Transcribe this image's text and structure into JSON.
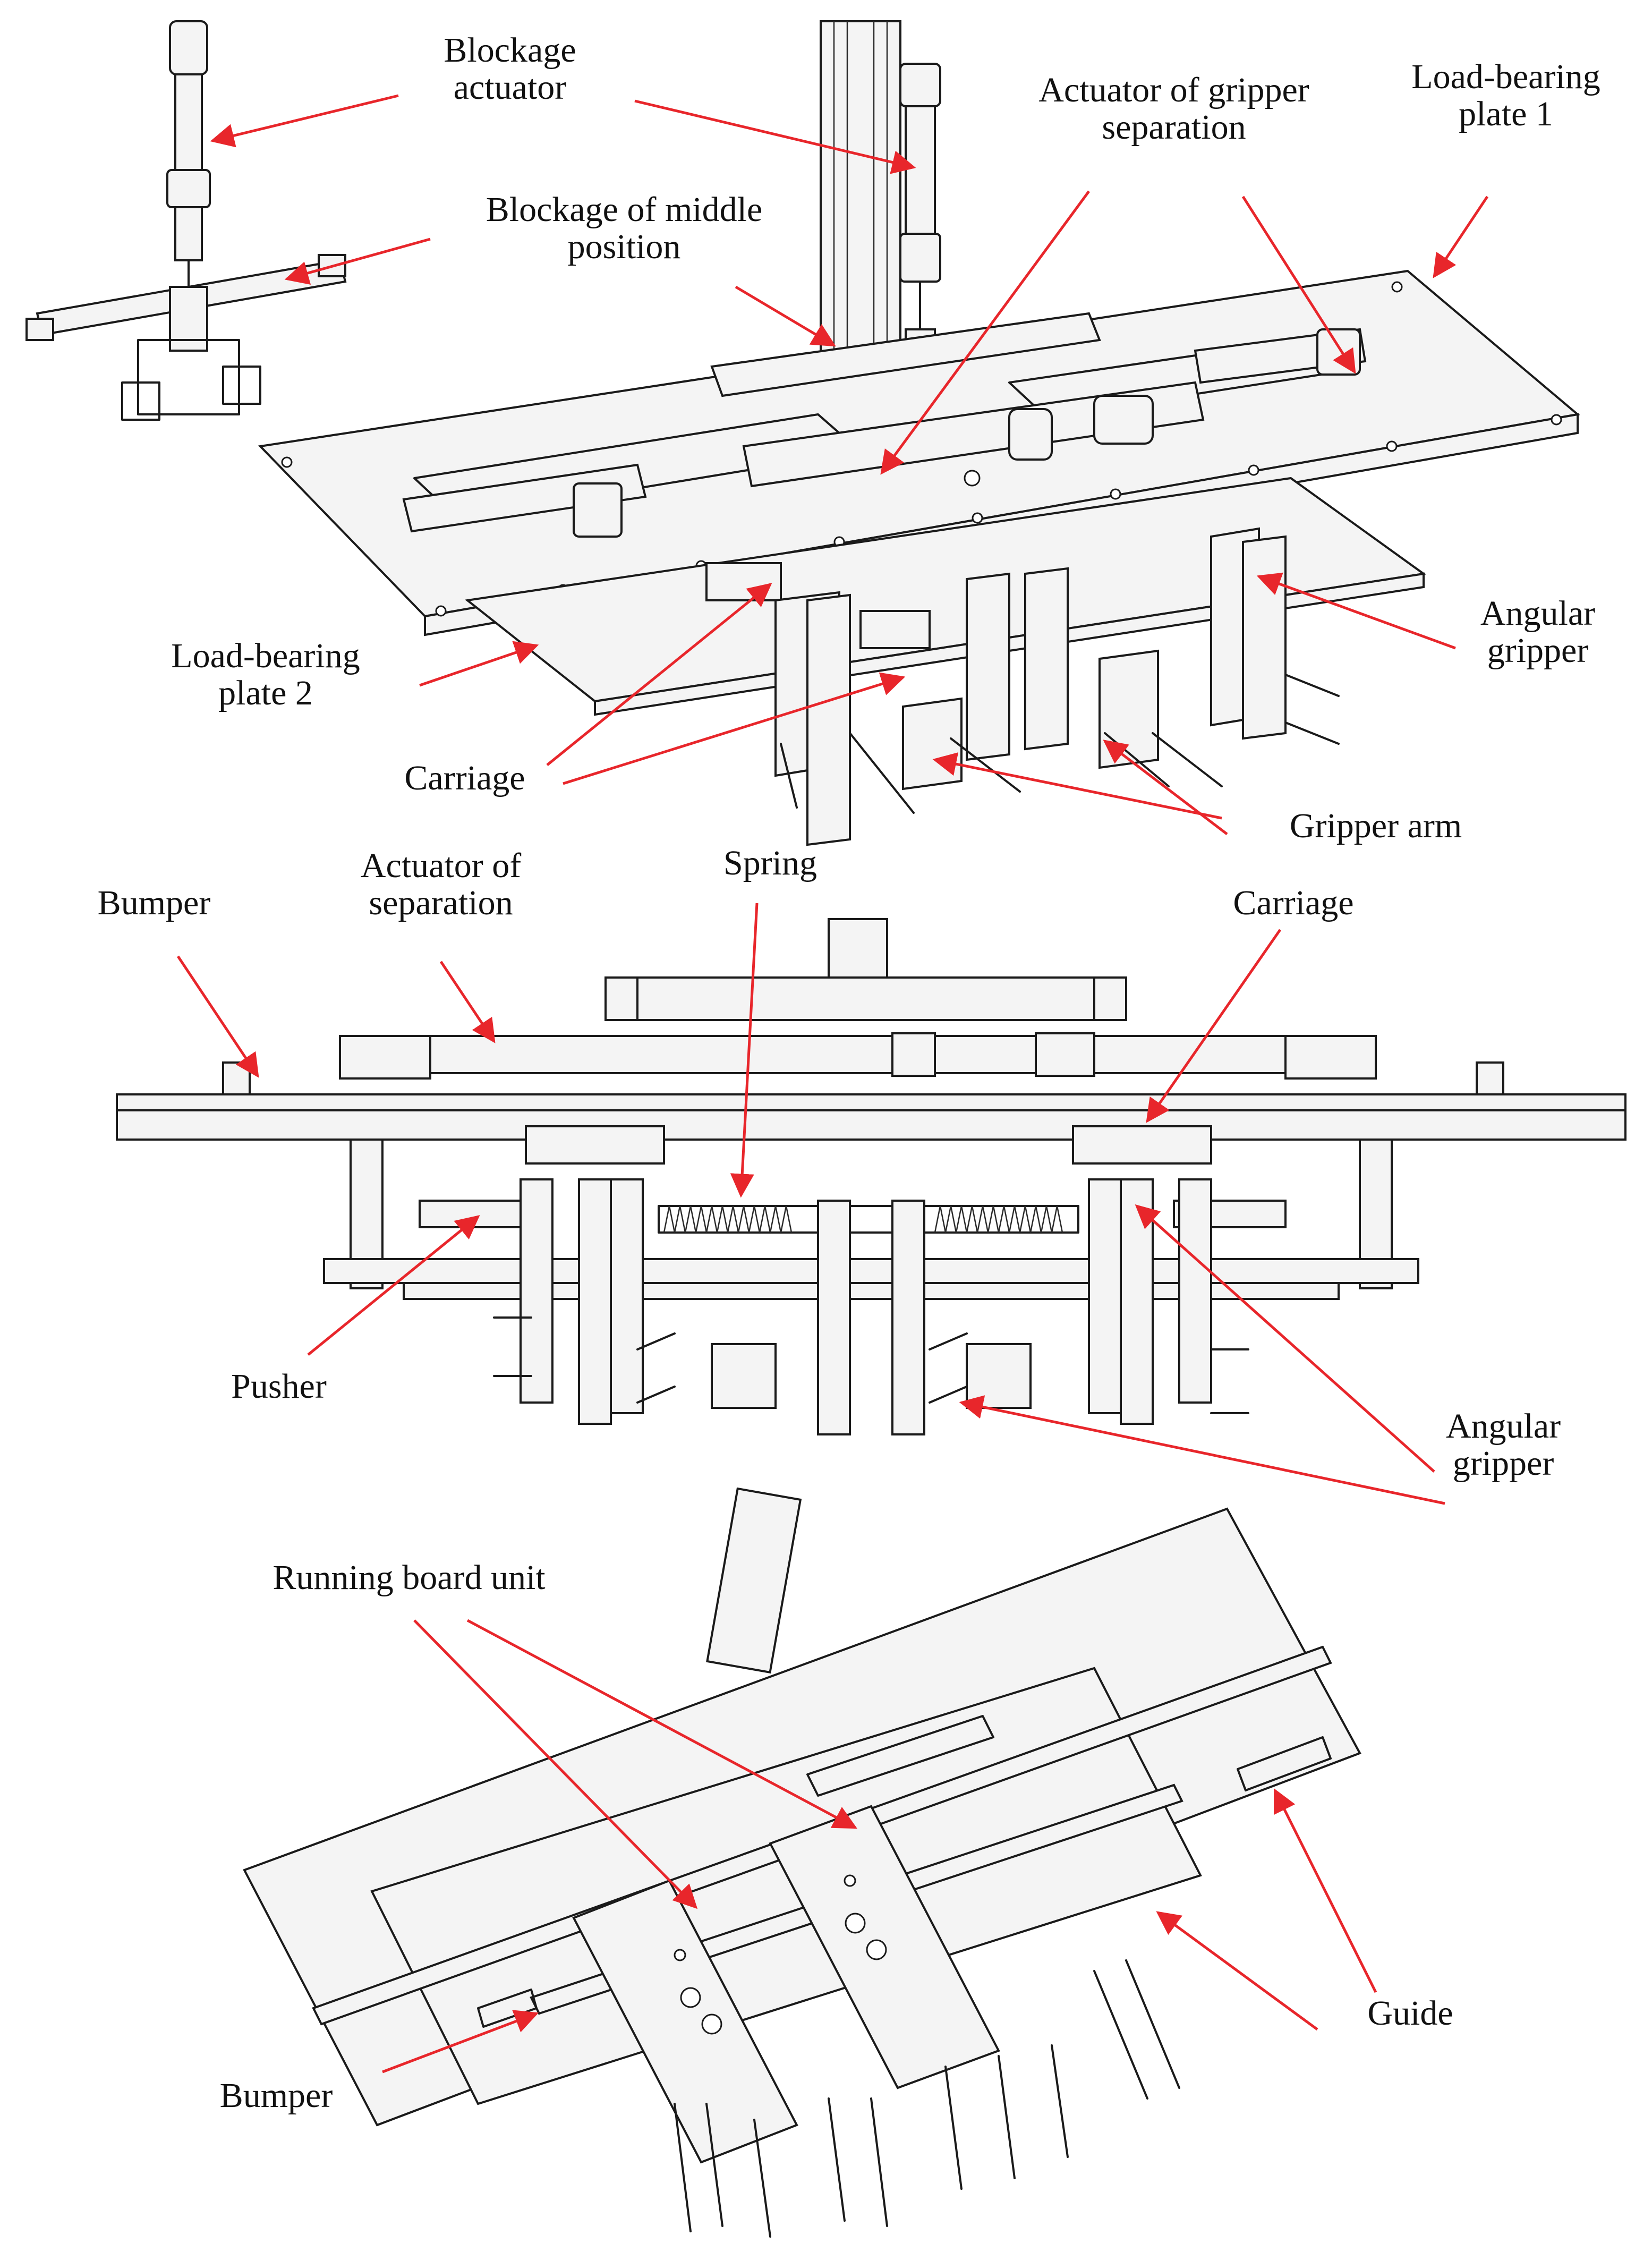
{
  "colors": {
    "arrow": "#e8262b",
    "line": "#1a1a1a",
    "background": "#ffffff"
  },
  "labels": {
    "blockage_actuator": [
      "Blockage",
      "actuator"
    ],
    "blockage_middle": [
      "Blockage of middle",
      "position"
    ],
    "actuator_gripper_sep": [
      "Actuator of gripper",
      "separation"
    ],
    "load_plate_1": [
      "Load-bearing",
      "plate 1"
    ],
    "load_plate_2": [
      "Load-bearing",
      "plate 2"
    ],
    "angular_gripper_top": [
      "Angular",
      "gripper"
    ],
    "carriage_top": [
      "Carriage"
    ],
    "gripper_arm": [
      "Gripper arm"
    ],
    "bumper_mid": [
      "Bumper"
    ],
    "actuator_sep": [
      "Actuator of",
      "separation"
    ],
    "spring": [
      "Spring"
    ],
    "carriage_mid": [
      "Carriage"
    ],
    "pusher": [
      "Pusher"
    ],
    "angular_gripper_mid": [
      "Angular",
      "gripper"
    ],
    "running_board": [
      "Running board unit"
    ],
    "guide": [
      "Guide"
    ],
    "bumper_bot": [
      "Bumper"
    ]
  }
}
